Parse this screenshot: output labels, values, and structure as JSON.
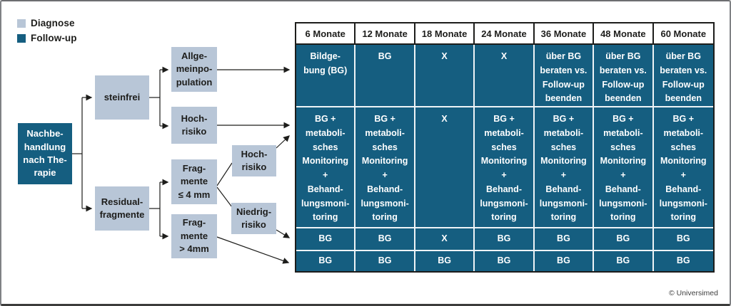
{
  "legend": {
    "items": [
      {
        "label": "Diagnose",
        "color": "#b8c6d7"
      },
      {
        "label": "Follow-up",
        "color": "#155e80"
      }
    ]
  },
  "colors": {
    "diagnose_box": "#b8c6d7",
    "followup_cell": "#155e80",
    "cell_text": "#ffffff",
    "line": "#1d1d1b"
  },
  "flowchart": {
    "nodes": {
      "root": "Nachbe-\nhandlung\nnach The-\nrapie",
      "steinfrei": "steinfrei",
      "residualfragmente": "Residual-\nfragmente",
      "allgemeinpopulation": "Allge-\nmeinpo-\npulation",
      "hochrisiko_steinfrei": "Hoch-\nrisiko",
      "fragmente_le_4mm": "Frag-\nmente\n≤ 4 mm",
      "fragmente_gt_4mm": "Frag-\nmente\n> 4mm",
      "hochrisiko_fragmente": "Hoch-\nrisiko",
      "niedrigrisiko": "Niedrig-\nrisiko"
    }
  },
  "table": {
    "headers": [
      "6 Monate",
      "12 Monate",
      "18 Monate",
      "24 Monate",
      "36 Monate",
      "48 Monate",
      "60 Monate"
    ],
    "rows": [
      {
        "cells": [
          "Bildge-\nbung (BG)",
          "BG",
          "X",
          "X",
          "über BG\nberaten vs.\nFollow-up\nbeenden",
          "über BG\nberaten vs.\nFollow-up\nbeenden",
          "über BG\nberaten vs.\nFollow-up\nbeenden"
        ]
      },
      {
        "cells": [
          "BG +\nmetaboli-\nsches\nMonitoring\n+\nBehand-\nlungsmoni-\ntoring",
          "BG +\nmetaboli-\nsches\nMonitoring\n+\nBehand-\nlungsmoni-\ntoring",
          "X",
          "BG +\nmetaboli-\nsches\nMonitoring\n+\nBehand-\nlungsmoni-\ntoring",
          "BG +\nmetaboli-\nsches\nMonitoring\n+\nBehand-\nlungsmoni-\ntoring",
          "BG +\nmetaboli-\nsches\nMonitoring\n+\nBehand-\nlungsmoni-\ntoring",
          "BG +\nmetaboli-\nsches\nMonitoring\n+\nBehand-\nlungsmoni-\ntoring"
        ]
      },
      {
        "cells": [
          "BG",
          "BG",
          "X",
          "BG",
          "BG",
          "BG",
          "BG"
        ]
      },
      {
        "cells": [
          "BG",
          "BG",
          "BG",
          "BG",
          "BG",
          "BG",
          "BG"
        ]
      }
    ]
  },
  "footer": {
    "copyright": "© Universimed"
  }
}
